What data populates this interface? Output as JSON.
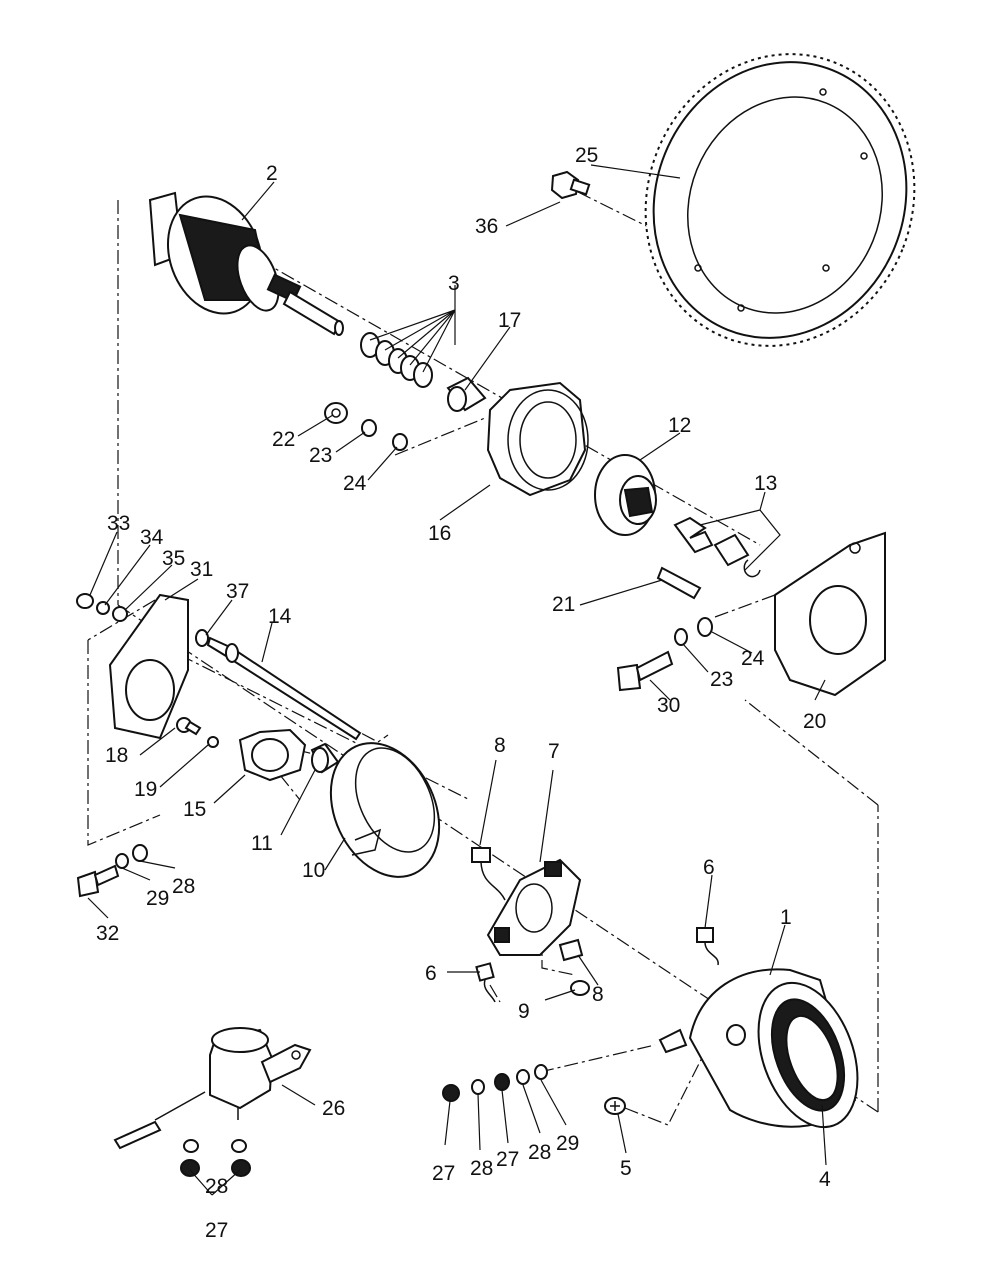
{
  "callouts": {
    "c1": "1",
    "c2": "2",
    "c3": "3",
    "c4": "4",
    "c5": "5",
    "c6a": "6",
    "c6b": "6",
    "c7": "7",
    "c8a": "8",
    "c8b": "8",
    "c9": "9",
    "c10": "10",
    "c11": "11",
    "c12": "12",
    "c13": "13",
    "c14": "14",
    "c15": "15",
    "c16": "16",
    "c17": "17",
    "c18": "18",
    "c19": "19",
    "c20": "20",
    "c21": "21",
    "c22": "22",
    "c23a": "23",
    "c23b": "23",
    "c24a": "24",
    "c24b": "24",
    "c25": "25",
    "c26": "26",
    "c27a": "27",
    "c27b": "27",
    "c27c": "27",
    "c28a": "28",
    "c28b": "28",
    "c28c": "28",
    "c28d": "28",
    "c29a": "29",
    "c29b": "29",
    "c30": "30",
    "c31": "31",
    "c32": "32",
    "c33": "33",
    "c34": "34",
    "c35": "35",
    "c36": "36",
    "c37": "37"
  },
  "colors": {
    "ink": "#111111",
    "paper": "#ffffff"
  }
}
